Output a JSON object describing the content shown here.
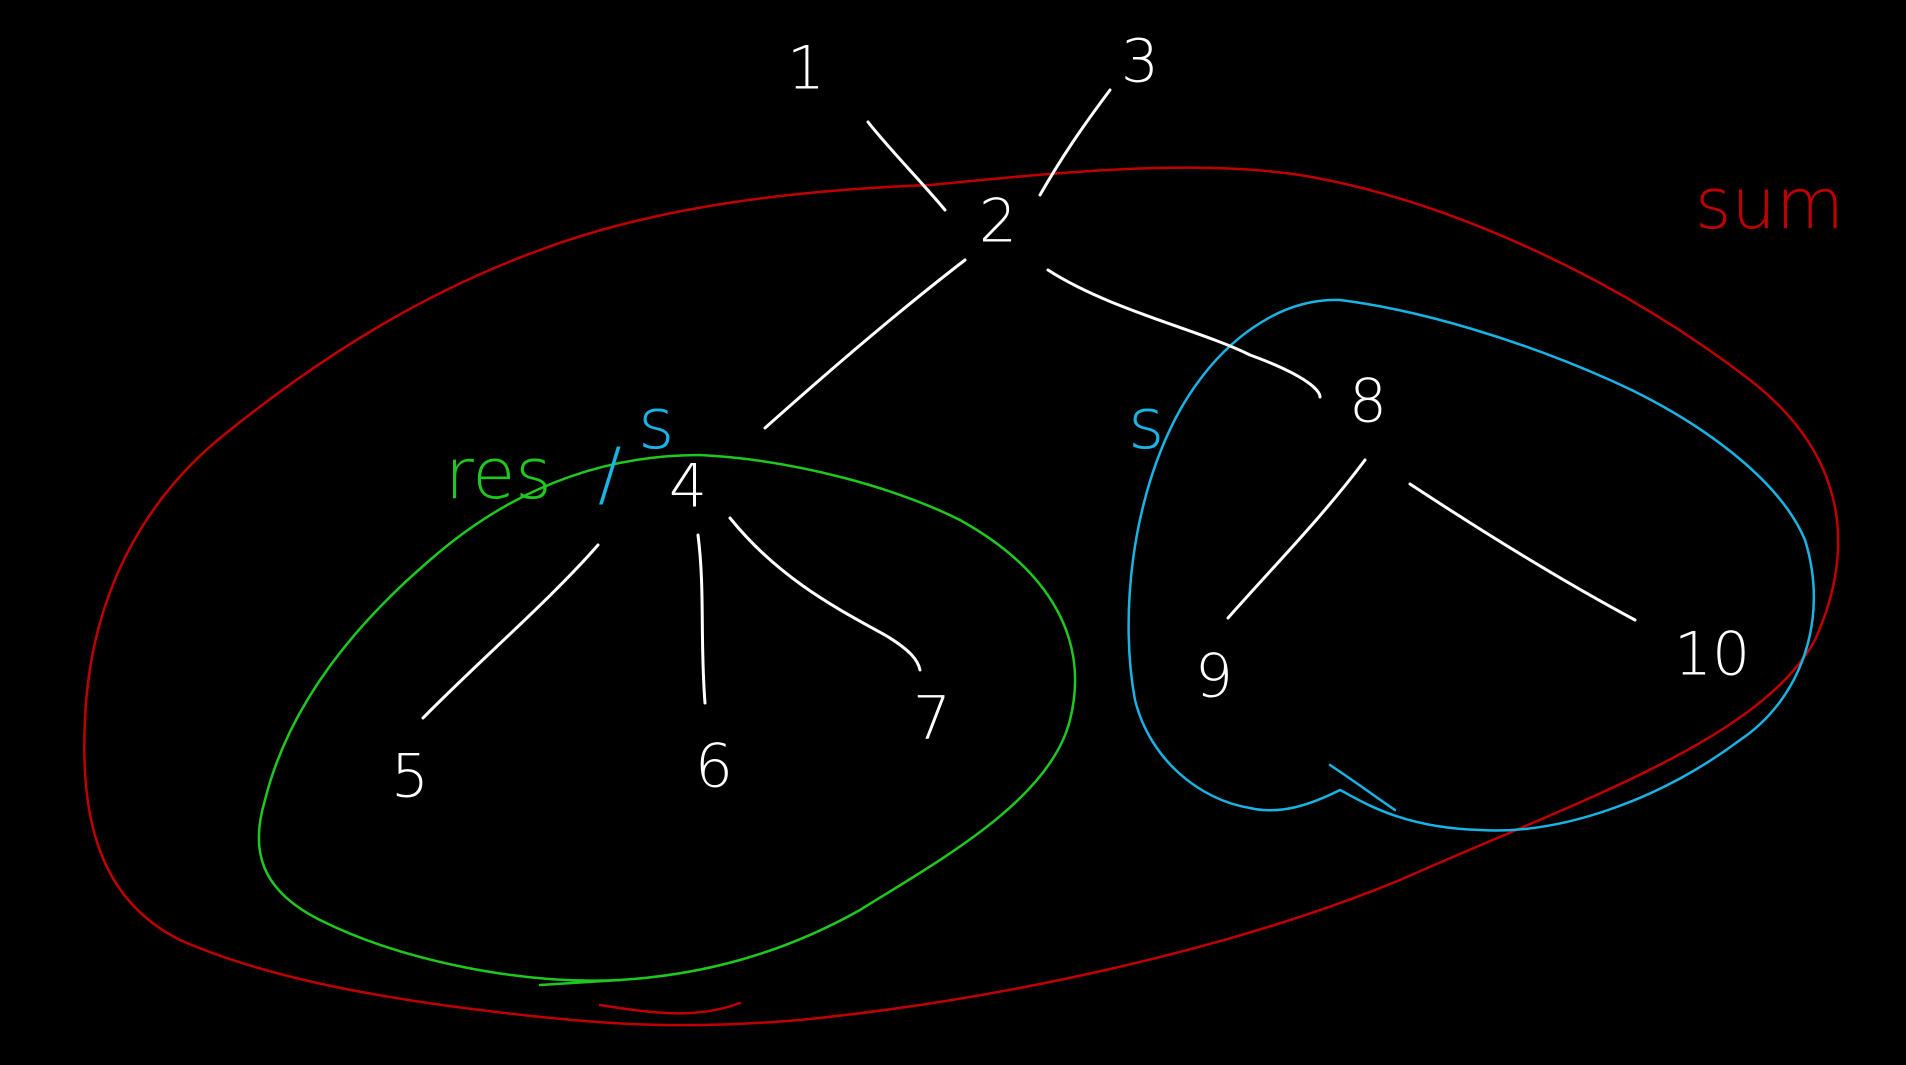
{
  "colors": {
    "background": "#000000",
    "edge": "#ffffff",
    "node_text": "#ffffff",
    "sum_outline": "#c00000",
    "res_outline": "#1ec81e",
    "s_outline": "#19b4e6"
  },
  "nodes": [
    {
      "id": "n1",
      "label": "1"
    },
    {
      "id": "n2",
      "label": "2"
    },
    {
      "id": "n3",
      "label": "3"
    },
    {
      "id": "n4",
      "label": "4"
    },
    {
      "id": "n5",
      "label": "5"
    },
    {
      "id": "n6",
      "label": "6"
    },
    {
      "id": "n7",
      "label": "7"
    },
    {
      "id": "n8",
      "label": "8"
    },
    {
      "id": "n9",
      "label": "9"
    },
    {
      "id": "n10",
      "label": "10"
    }
  ],
  "edges": [
    {
      "from": "1",
      "to": "2"
    },
    {
      "from": "3",
      "to": "2"
    },
    {
      "from": "2",
      "to": "4"
    },
    {
      "from": "2",
      "to": "8"
    },
    {
      "from": "4",
      "to": "5"
    },
    {
      "from": "4",
      "to": "6"
    },
    {
      "from": "4",
      "to": "7"
    },
    {
      "from": "8",
      "to": "9"
    },
    {
      "from": "8",
      "to": "10"
    }
  ],
  "annotations": {
    "sum": "sum",
    "res": "res",
    "slash": "/",
    "s_left": "s",
    "s_right": "s"
  }
}
